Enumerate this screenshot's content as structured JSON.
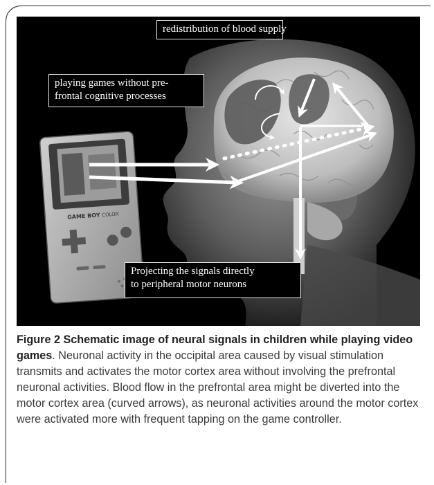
{
  "figure": {
    "callouts": {
      "blood_supply": "redistribution of blood supply",
      "games_line1": "playing games without pre-",
      "games_line2": "frontal cognitive processes",
      "signals_line1": "Projecting the signals directly",
      "signals_line2": "to peripheral motor neurons"
    },
    "device_labels": {
      "brand": "GAME BOY",
      "model": "COLOR"
    }
  },
  "caption": {
    "title": "Figure 2 Schematic image of neural signals in children while playing video games",
    "body": ". Neuronal activity in the occipital area caused by visual stimulation transmits and activates the motor cortex area without involving the prefrontal neuronal activities. Blood flow in the prefrontal area might be diverted into the motor cortex area (curved arrows), as neuronal activities around the motor cortex were activated more with frequent tapping on the game controller."
  },
  "colors": {
    "background": "#000000",
    "arrow": "#ffffff",
    "caption_text": "#3a3a3a"
  }
}
